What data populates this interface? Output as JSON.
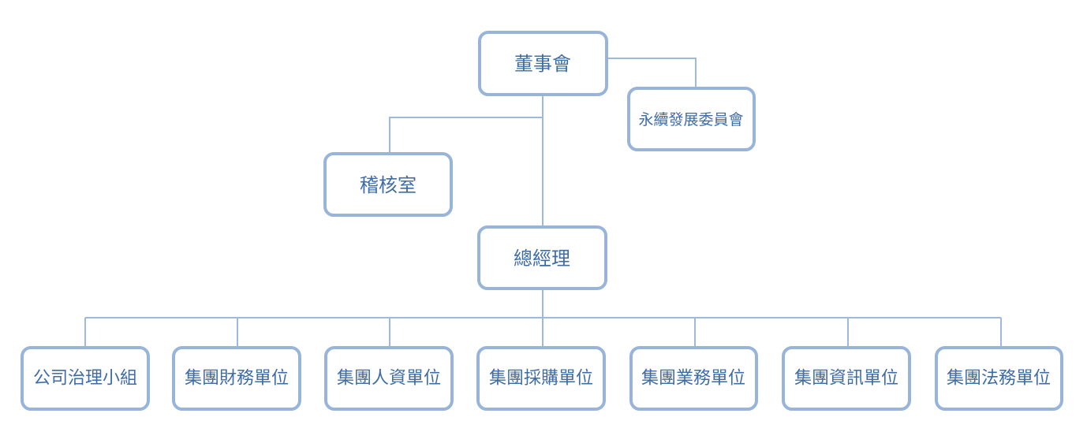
{
  "colors": {
    "box_border": "#98B4D8",
    "connector": "#9DB9DC",
    "text": "#3E6CA5",
    "background": "#FFFFFF"
  },
  "nodes": {
    "board": {
      "label": "董事會"
    },
    "sustainability_committee": {
      "label": "永續發展委員會"
    },
    "audit_office": {
      "label": "稽核室"
    },
    "general_manager": {
      "label": "總經理"
    },
    "units": [
      {
        "label": "公司治理小組"
      },
      {
        "label": "集團財務單位"
      },
      {
        "label": "集團人資單位"
      },
      {
        "label": "集團採購單位"
      },
      {
        "label": "集團業務單位"
      },
      {
        "label": "集團資訊單位"
      },
      {
        "label": "集團法務單位"
      }
    ]
  }
}
